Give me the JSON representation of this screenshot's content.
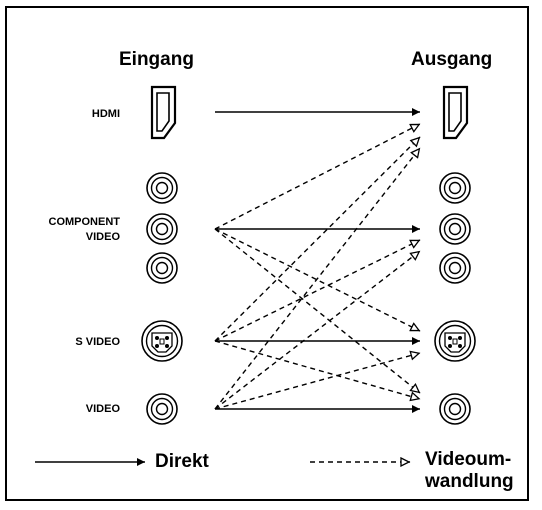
{
  "headers": {
    "input": "Eingang",
    "output": "Ausgang"
  },
  "rows": {
    "hdmi": "HDMI",
    "component_line1": "COMPONENT",
    "component_line2": "VIDEO",
    "svideo": "S VIDEO",
    "video": "VIDEO"
  },
  "legend": {
    "direct": "Direkt",
    "conversion_line1": "Videoum-",
    "conversion_line2": "wandlung"
  },
  "connections": {
    "direct": [
      [
        "HDMI",
        "HDMI"
      ],
      [
        "COMPONENT VIDEO",
        "COMPONENT VIDEO"
      ],
      [
        "S VIDEO",
        "S VIDEO"
      ],
      [
        "VIDEO",
        "VIDEO"
      ]
    ],
    "conversion": [
      [
        "COMPONENT VIDEO",
        "HDMI"
      ],
      [
        "COMPONENT VIDEO",
        "S VIDEO"
      ],
      [
        "COMPONENT VIDEO",
        "VIDEO"
      ],
      [
        "S VIDEO",
        "HDMI"
      ],
      [
        "S VIDEO",
        "COMPONENT VIDEO"
      ],
      [
        "S VIDEO",
        "VIDEO"
      ],
      [
        "VIDEO",
        "HDMI"
      ],
      [
        "VIDEO",
        "COMPONENT VIDEO"
      ],
      [
        "VIDEO",
        "S VIDEO"
      ]
    ]
  }
}
